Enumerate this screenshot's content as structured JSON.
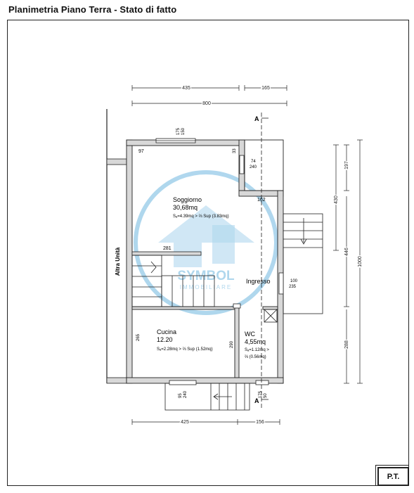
{
  "title": "Planimetria Piano Terra - Stato di fatto",
  "scale_tag": "P.T.",
  "rooms": {
    "soggiorno": {
      "name": "Soggiorno",
      "area": "30,68mq",
      "note": "Sₐ=4.39mq > ⅔ Sup (3.83mq)"
    },
    "cucina": {
      "name": "Cucina",
      "area": "12.20",
      "note": "Sₐ=2.28mq > ⅔ Sup (1.52mq)"
    },
    "wc": {
      "name": "WC",
      "area": "4,55mq",
      "note1": "Sₐ=1.12mq >",
      "note2": "⅔ (0.56mq)"
    },
    "ingresso": {
      "name": "Ingresso"
    },
    "altra_unita": {
      "name": "Altra Unità"
    }
  },
  "dimensions": {
    "top_435": "435",
    "top_165": "165",
    "top_800": "800",
    "bottom_425": "425",
    "bottom_156": "156",
    "right_197": "197",
    "right_430": "430",
    "right_446": "446",
    "right_1000": "1000",
    "right_288": "288",
    "wall_97": "97",
    "wall_33": "33",
    "wall_162": "162",
    "wall_281": "281",
    "wall_265": "265",
    "wall_290": "290",
    "win_top_175": "175",
    "win_top_150": "150",
    "win_74": "74",
    "win_240": "240",
    "door_100": "100",
    "door_235": "235",
    "win_bot_95": "95",
    "win_bot_240": "240",
    "win_bot_175": "175",
    "win_bot_50": "50"
  },
  "section_marks": {
    "top": "A",
    "bottom": "A"
  },
  "watermark": {
    "brand": "SYMBOL",
    "sub": "IMMOBILIARE",
    "color": "#6fb7e0"
  }
}
